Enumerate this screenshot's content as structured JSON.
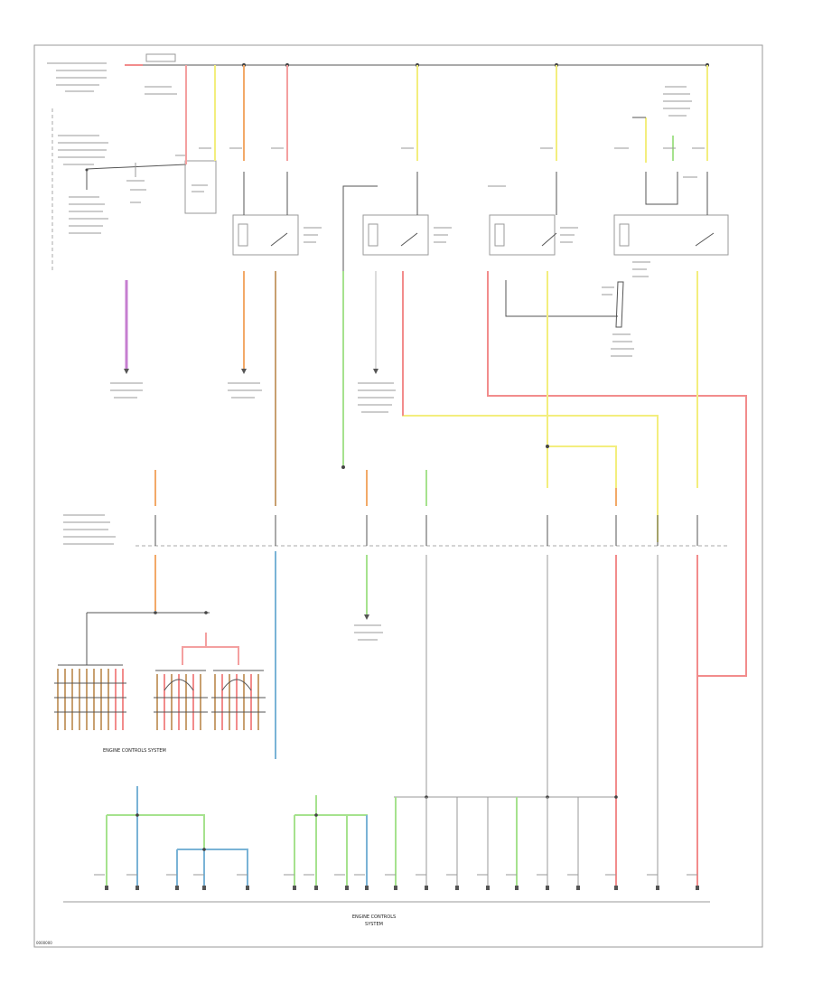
{
  "diagram": {
    "type": "wiring-diagram",
    "corner_code": "0000000",
    "footer_label": [
      "ENGINE CONTROLS",
      "SYSTEM"
    ],
    "engine_controls_label": "ENGINE CONTROLS SYSTEM",
    "wire_colors": {
      "red": "#f28c8c",
      "pink": "#f4a0a0",
      "orange": "#f2a968",
      "yellow": "#f3ee7e",
      "green": "#a6e28e",
      "light_green": "#c5ecb0",
      "blue": "#7ab3d6",
      "violet": "#c67ed0",
      "brown": "#c8a070",
      "light_gray": "#dcdcdc"
    }
  }
}
